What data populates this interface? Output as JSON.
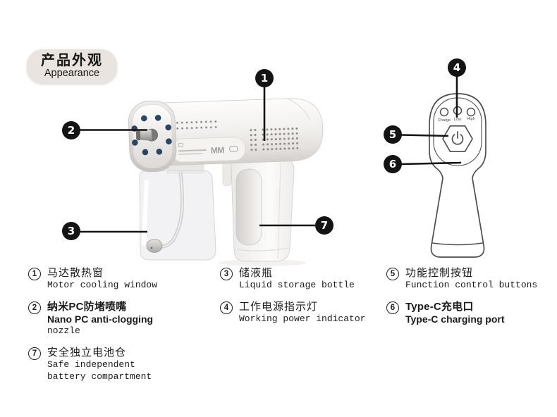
{
  "title": {
    "zh": "产品外观",
    "en": "Appearance"
  },
  "callouts": [
    "1",
    "2",
    "3",
    "4",
    "5",
    "6",
    "7"
  ],
  "side_view": {
    "logo_text": "MM"
  },
  "back_view": {
    "led_labels": [
      "Charge",
      "Low",
      "High"
    ]
  },
  "legend": {
    "items": [
      {
        "num": "1",
        "zh": "马达散热窗",
        "en1": "Motor cooling window"
      },
      {
        "num": "2",
        "zh": "纳米PC防堵喷嘴",
        "en1": "Nano PC anti-clogging",
        "en2": "nozzle"
      },
      {
        "num": "7",
        "zh": "安全独立电池仓",
        "en1": "Safe independent",
        "en2": "battery compartment"
      },
      {
        "num": "3",
        "zh": "储液瓶",
        "en1": "Liquid storage bottle"
      },
      {
        "num": "4",
        "zh": "工作电源指示灯",
        "en1": "Working power indicator"
      },
      {
        "num": "5",
        "zh": "功能控制按钮",
        "en1": "Function control buttons"
      },
      {
        "num": "6",
        "zh": "Type-C充电口",
        "en1": "Type-C charging port"
      }
    ]
  }
}
